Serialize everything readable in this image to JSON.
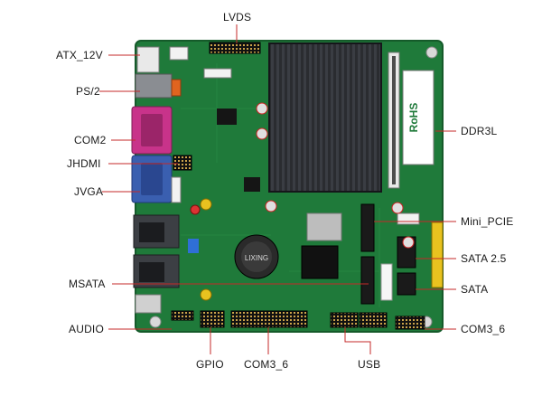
{
  "callouts": {
    "lvds": "LVDS",
    "atx_12v": "ATX_12V",
    "ps2": "PS/2",
    "com2": "COM2",
    "jhdmi": "JHDMI",
    "jvga": "JVGA",
    "msata": "MSATA",
    "audio": "AUDIO",
    "gpio": "GPIO",
    "com3_6_bottom": "COM3_6",
    "usb": "USB",
    "ddr3l": "DDR3L",
    "mini_pcie": "Mini_PCIE",
    "sata_25": "SATA 2.5",
    "sata": "SATA",
    "com3_6_right": "COM3_6"
  },
  "board_markings": {
    "rohs": "RoHS",
    "battery_brand": "LIXING"
  },
  "colors": {
    "pcb": "#1f7a3a",
    "heatsink": "#2b2d31",
    "com2_port": "#c8338a",
    "jvga_port": "#3a5fb0",
    "power_connector": "#e0641f"
  }
}
